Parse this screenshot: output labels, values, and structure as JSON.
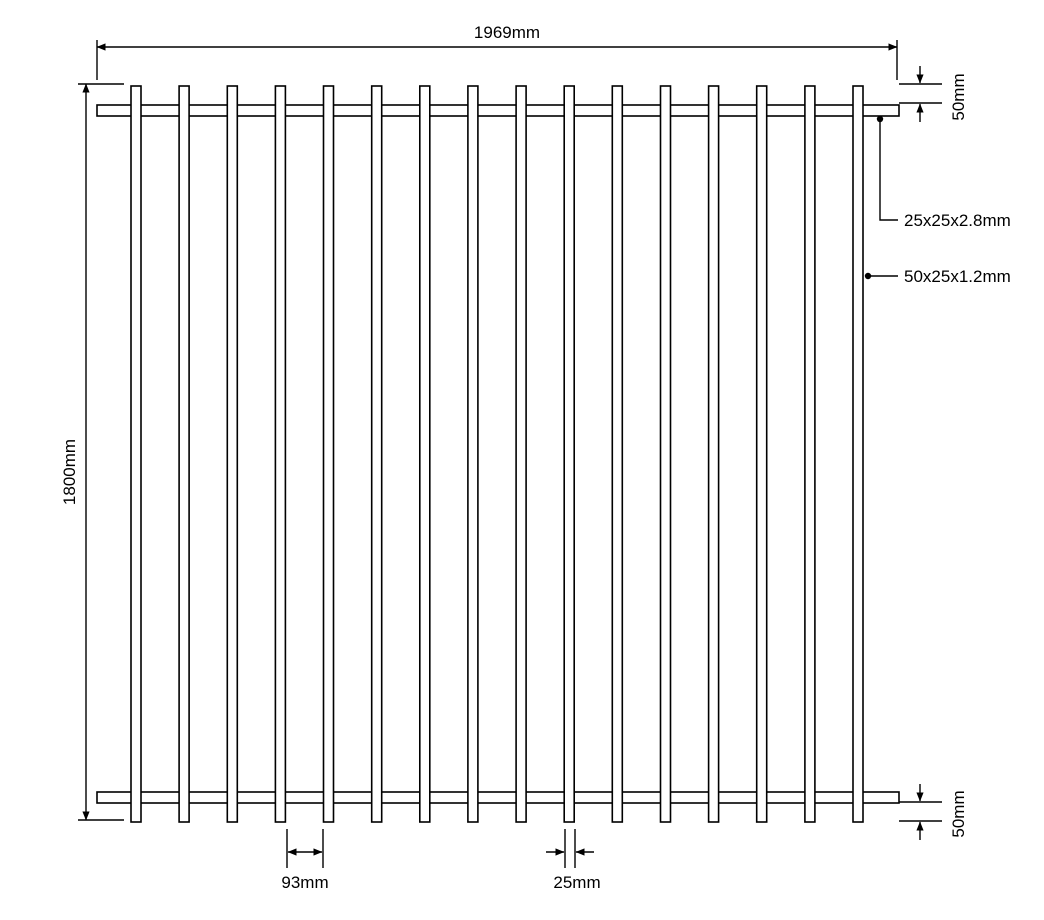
{
  "drawing": {
    "stroke_color": "#000000",
    "background": "#ffffff",
    "picket_count": 16
  },
  "labels": {
    "overall_width": "1969mm",
    "overall_height": "1800mm",
    "top_offset": "50mm",
    "bottom_offset": "50mm",
    "rail_size": "25x25x2.8mm",
    "picket_size": "50x25x1.2mm",
    "picket_gap": "93mm",
    "picket_width": "25mm"
  }
}
